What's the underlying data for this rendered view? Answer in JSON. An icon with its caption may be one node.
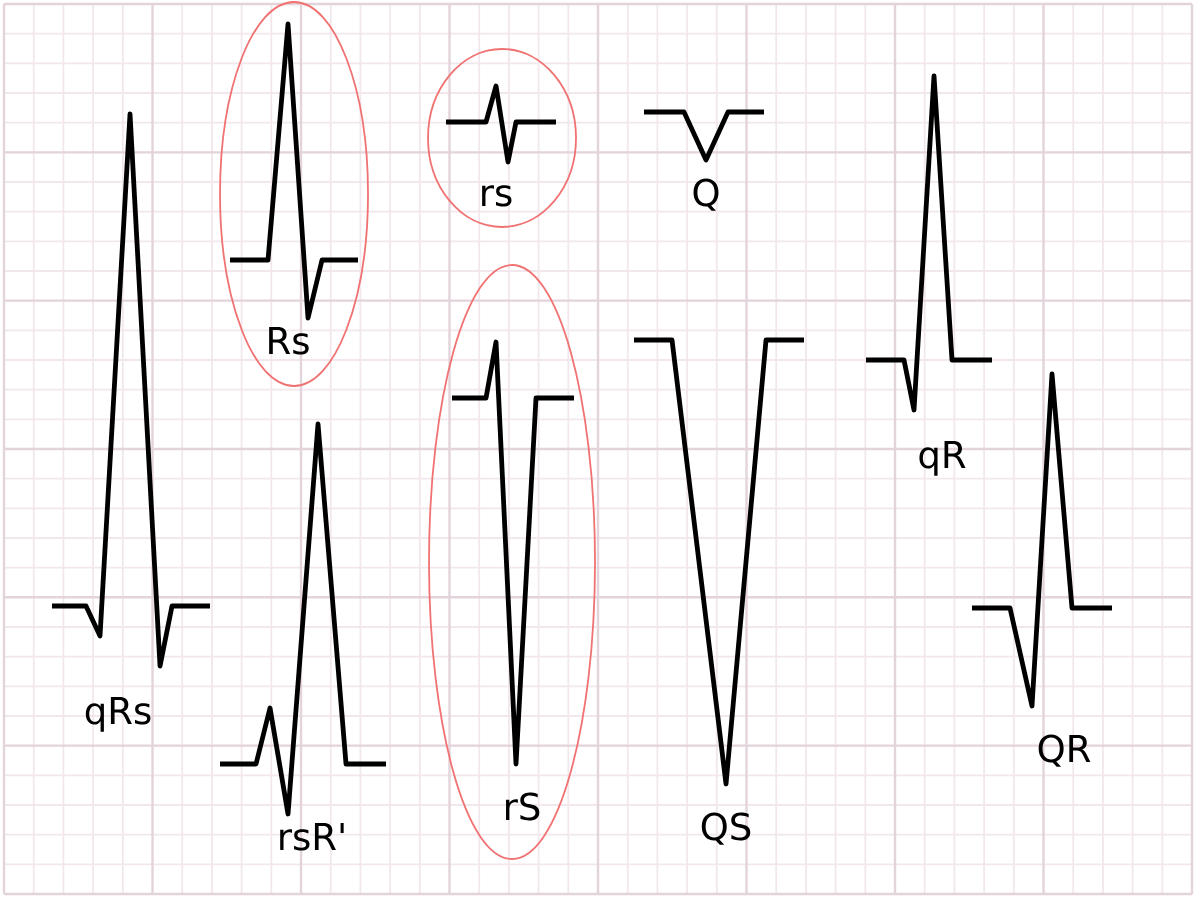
{
  "diagram": {
    "nodes": [
      {
        "text": [
          "Rs"
        ]
      },
      {
        "text": [
          "rs"
        ]
      },
      {
        "text": [
          "rS"
        ]
      }
    ],
    "labels": [
      "qRs",
      "rsR'",
      "Q",
      "QS",
      "qR",
      "QR"
    ]
  }
}
